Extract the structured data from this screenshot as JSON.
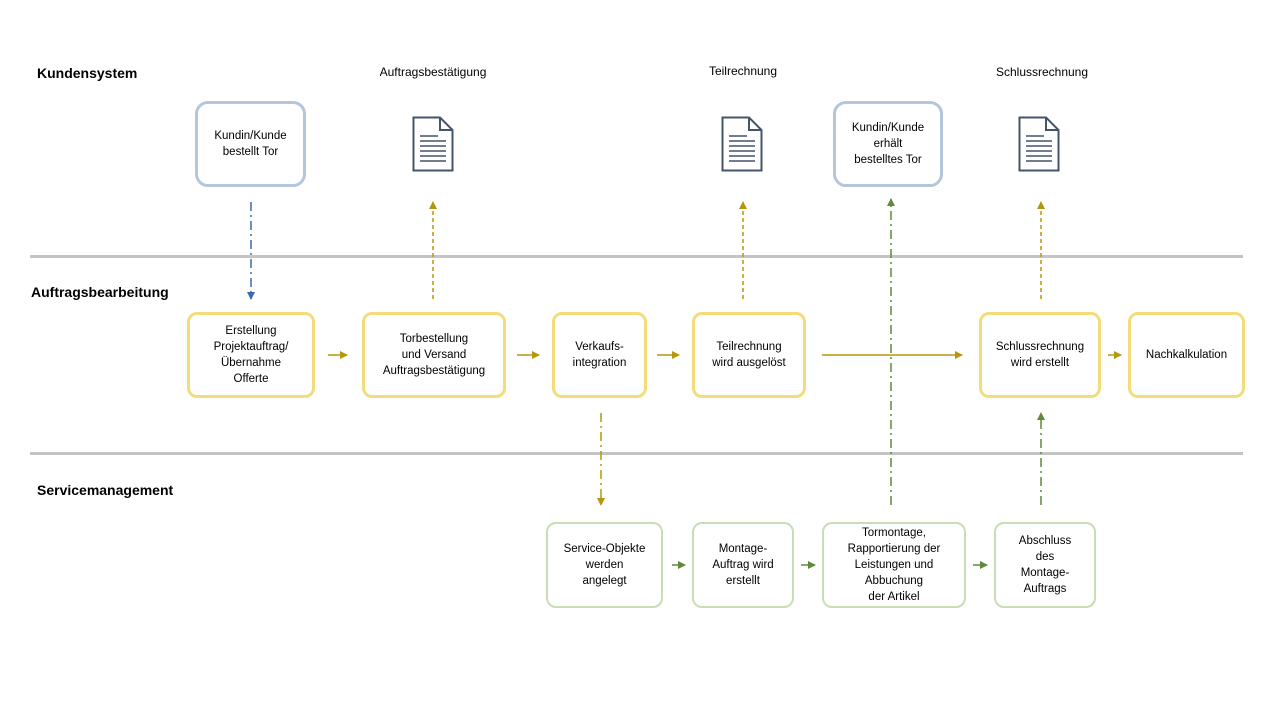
{
  "lanes": {
    "kundensystem": "Kundensystem",
    "auftragsbearbeitung": "Auftragsbearbeitung",
    "servicemanagement": "Servicemanagement"
  },
  "documents": {
    "auftragsbestaetigung": "Auftragsbestätigung",
    "teilrechnung": "Teilrechnung",
    "schlussrechnung": "Schlussrechnung"
  },
  "kunde": {
    "bestellt": "Kundin/Kunde\nbestellt Tor",
    "erhaelt": "Kundin/Kunde\nerhält\nbestelltes Tor"
  },
  "auftrag": {
    "erstellung": "Erstellung\nProjektauftrag/\nÜbernahme\nOfferte",
    "torbestellung": "Torbestellung\nund Versand\nAuftragsbestätigung",
    "verkaufsintegration": "Verkaufs-\nintegration",
    "teilrechnung": "Teilrechnung\nwird ausgelöst",
    "schlussrechnung": "Schlussrechnung\nwird erstellt",
    "nachkalkulation": "Nachkalkulation"
  },
  "service": {
    "objekte": "Service-Objekte\nwerden\nangelegt",
    "montageauftrag": "Montage-\nAuftrag wird\nerstellt",
    "tormontage": "Tormontage,\nRapportierung der\nLeistungen und\nAbbuchung\nder Artikel",
    "abschluss": "Abschluss\ndes\nMontage-\nAuftrags"
  },
  "colors": {
    "blue_border": "#b4c6dc",
    "yellow_border": "#f2dc7c",
    "green_border": "#c8ddb4",
    "yellow_arrow": "#b8960c",
    "green_arrow": "#5f8a3c",
    "blue_arrow": "#3b6bb0",
    "divider": "#c4c4c4",
    "doc_icon": "#44546a"
  },
  "icons": [
    "document-icon"
  ]
}
